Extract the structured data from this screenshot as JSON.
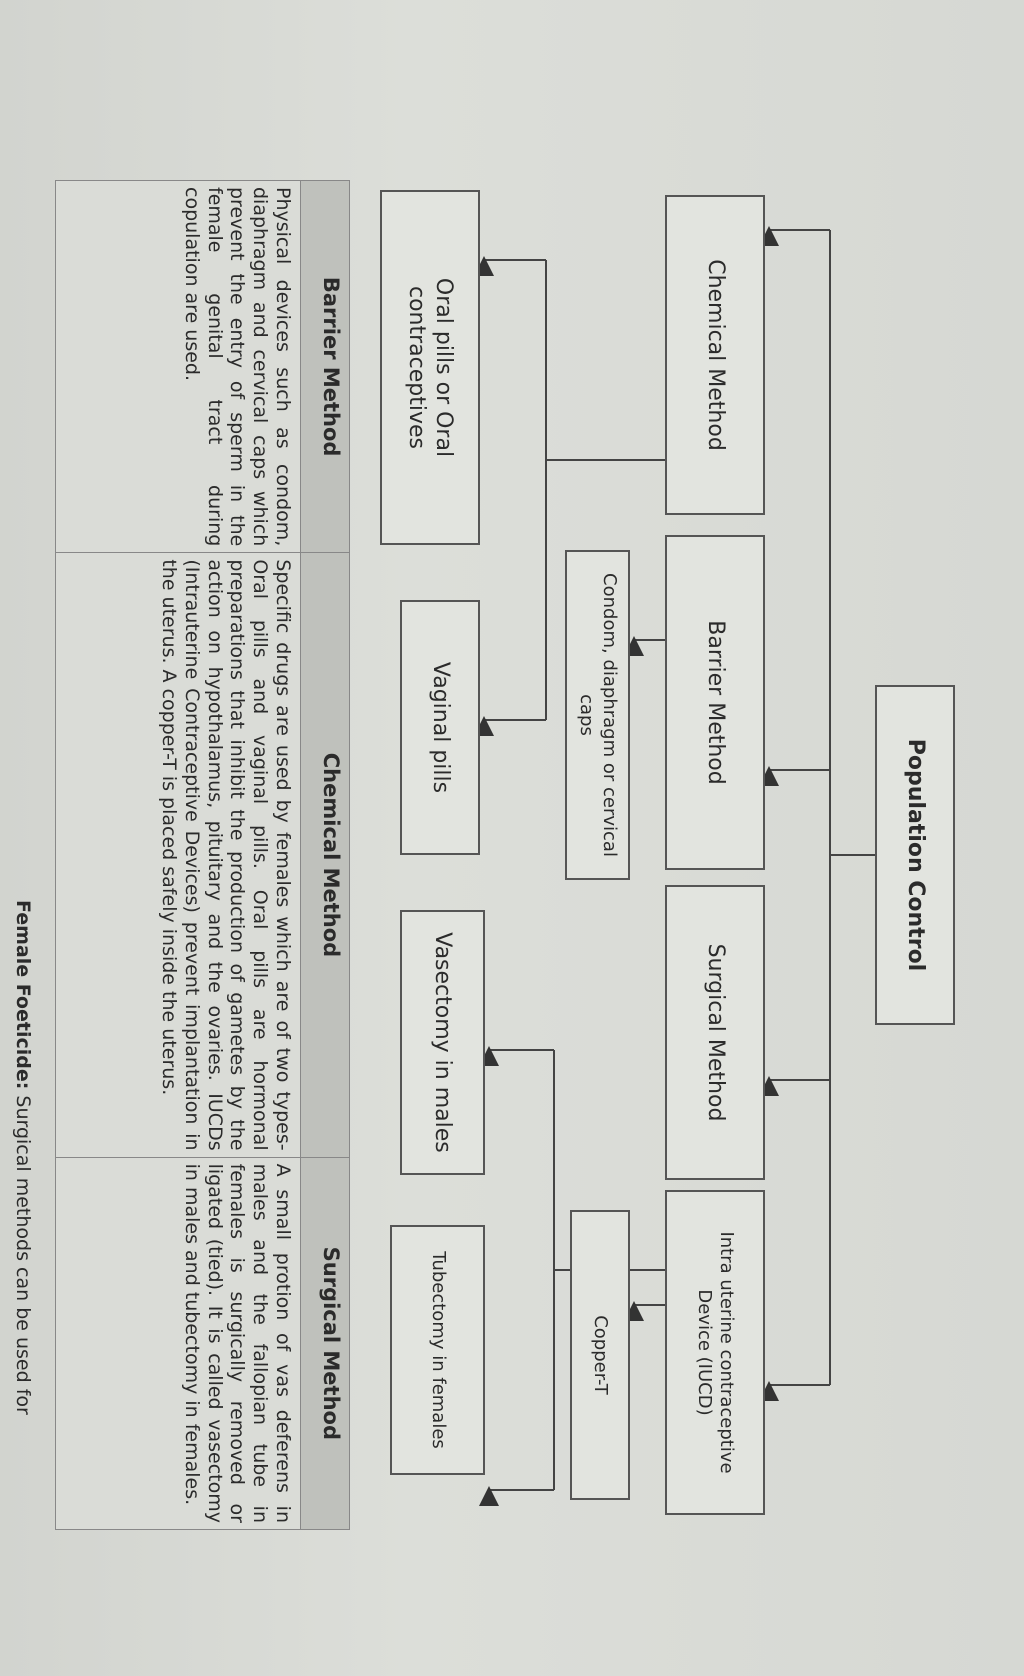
{
  "diagram": {
    "root": "Population Control",
    "methods": [
      {
        "label": "Chemical Method",
        "children": [
          "Oral pills or Oral contraceptives",
          "Vaginal pills"
        ]
      },
      {
        "label": "Barrier Method",
        "children": [
          "Condom, diaphragm or cervical caps"
        ]
      },
      {
        "label": "Surgical Method",
        "children": [
          "Vasectomy in males",
          "Tubectomy in females"
        ]
      },
      {
        "label": "Intra uterine contraceptive Device (IUCD)",
        "children": [
          "Copper-T"
        ]
      }
    ]
  },
  "table": {
    "headers": [
      "Barrier Method",
      "Chemical Method",
      "Surgical Method"
    ],
    "cells": [
      "Physical devices such as condom, diaphragm and cervical caps which prevent the entry of sperm in the female genital tract during copulation are used.",
      "Specific drugs are used by females which are of two types-Oral pills and vaginal pills. Oral pills are hormonal preparations that inhibit the production of gametes by the action on hypothalamus, pituitary and the ovaries. IUCDs (Intrauterine Contraceptive Devices) prevent implantation in the uterus. A copper-T is placed safely inside the uterus.",
      "A small protion of vas deferens in males and the fallopian tube in females is surgically removed or ligated (tied). It is called vasectomy in males and tubectomy in females."
    ]
  },
  "footer": {
    "term": "Female Foeticide:",
    "text": "Surgical methods can be used for"
  }
}
